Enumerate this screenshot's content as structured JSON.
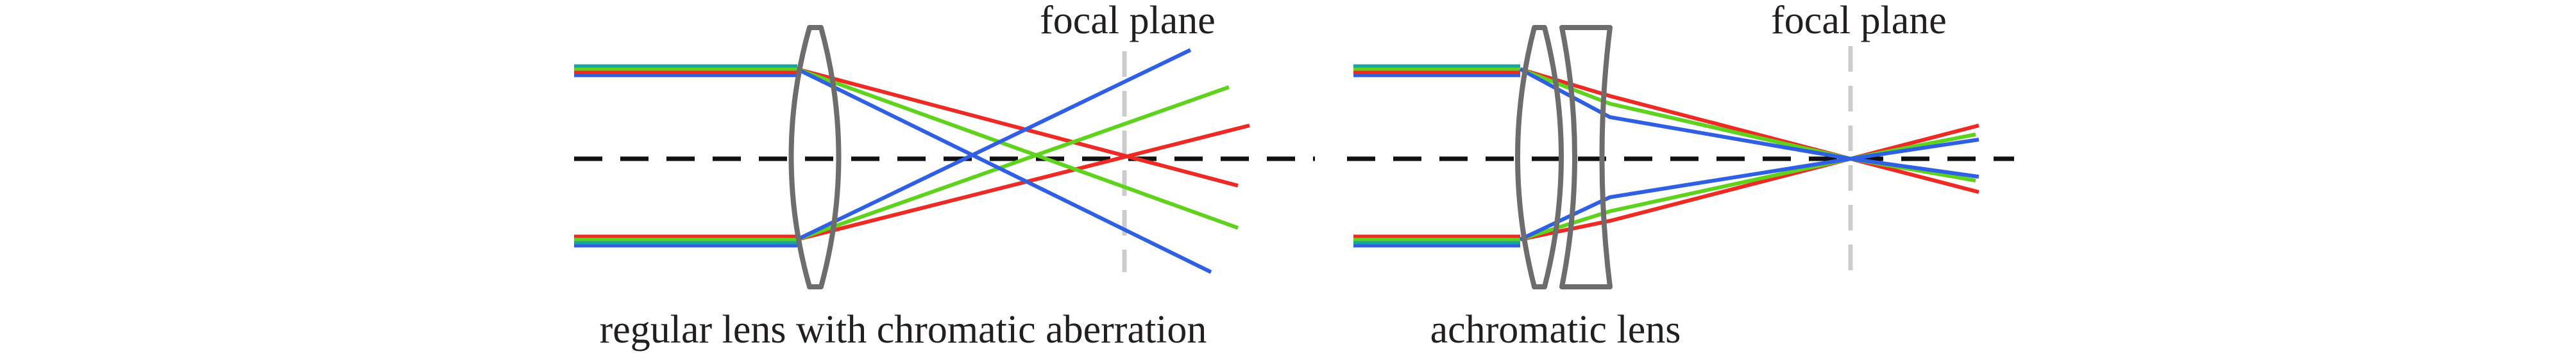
{
  "left_diagram": {
    "focal_plane_label": "focal plane",
    "caption": "regular lens with chromatic aberration"
  },
  "right_diagram": {
    "focal_plane_label": "focal plane",
    "caption": "achromatic lens"
  },
  "colors": {
    "red": "#ee2a24",
    "green": "#5fd21e",
    "blue": "#2f5fe3",
    "teal": "#1aa39a",
    "lens": "#6d6d6d",
    "axis": "#111111",
    "focal_plane": "#cccccc"
  }
}
